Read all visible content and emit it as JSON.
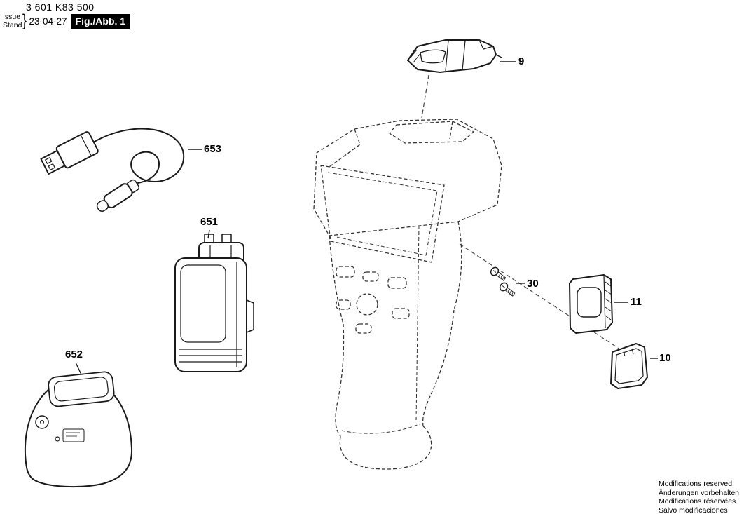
{
  "header": {
    "part_number": "3 601 K83 500",
    "issue_label_en": "Issue",
    "issue_label_de": "Stand",
    "brace": "}",
    "issue_date": "23-04-27",
    "figure_label": "Fig./Abb. 1"
  },
  "parts": {
    "bracket": "9",
    "cover": "10",
    "frame": "11",
    "screws": "30",
    "battery": "651",
    "charger": "652",
    "usb_cable": "653"
  },
  "footer": {
    "lines": [
      "Modifications reserved",
      "Änderungen vorbehalten",
      "Modifications réservées",
      "Salvo modificaciones"
    ]
  },
  "colors": {
    "line": "#1a1a1a",
    "background": "#ffffff",
    "figure_box_bg": "#000000",
    "figure_box_text": "#ffffff"
  }
}
